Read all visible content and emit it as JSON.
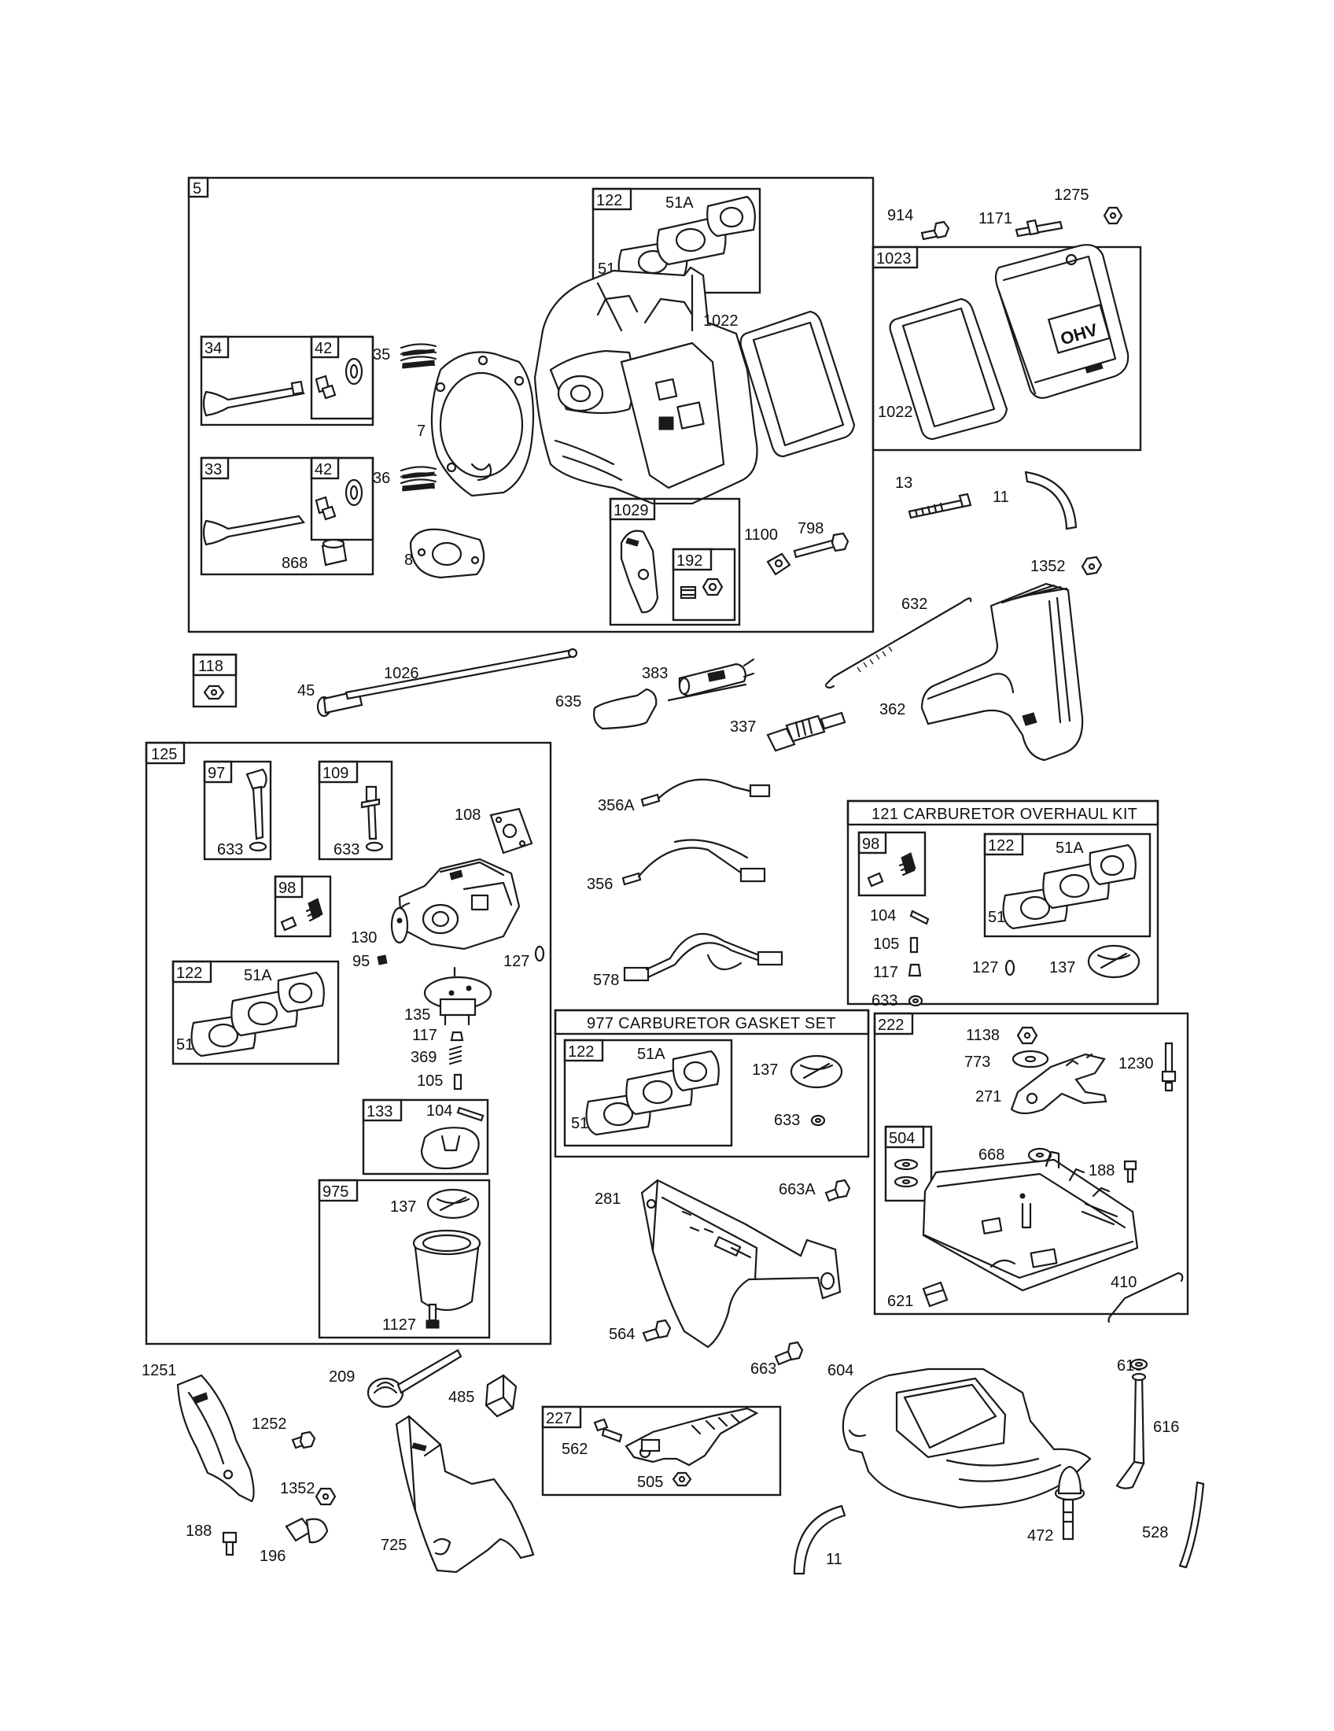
{
  "boxes": {
    "b5": "5",
    "b122a": "122",
    "b34": "34",
    "b42a": "42",
    "b33": "33",
    "b42b": "42",
    "b1029": "1029",
    "b192": "192",
    "b1023": "1023",
    "b118": "118",
    "b125": "125",
    "b97": "97",
    "b109": "109",
    "b98a": "98",
    "b122b": "122",
    "b133": "133",
    "b975": "975",
    "b98b": "98",
    "b122c": "122",
    "b122d": "122",
    "b222": "222",
    "b504": "504",
    "b227": "227"
  },
  "titles": {
    "carb_overhaul": "121 CARBURETOR OVERHAUL KIT",
    "carb_gasket": "977 CARBURETOR GASKET SET"
  },
  "labels": {
    "l51A_1": "51A",
    "l51_1": "51",
    "l1022_1": "1022",
    "l35": "35",
    "l7": "7",
    "l36": "36",
    "l868": "868",
    "l883": "883",
    "l1100": "1100",
    "l798": "798",
    "l914": "914",
    "l1171": "1171",
    "l1275": "1275",
    "l1022_2": "1022",
    "l13": "13",
    "l11_1": "11",
    "l1352_1": "1352",
    "l632": "632",
    "l45": "45",
    "l1026": "1026",
    "l383": "383",
    "l635": "635",
    "l337": "337",
    "l362": "362",
    "l633_1": "633",
    "l633_2": "633",
    "l108": "108",
    "l130": "130",
    "l95": "95",
    "l127_1": "127",
    "l51A_2": "51A",
    "l51_2": "51",
    "l135": "135",
    "l117_1": "117",
    "l369": "369",
    "l105_1": "105",
    "l104_1": "104",
    "l137_1": "137",
    "l1127": "1127",
    "l356A": "356A",
    "l356": "356",
    "l578": "578",
    "l104_2": "104",
    "l105_2": "105",
    "l117_2": "117",
    "l633_3": "633",
    "l51A_3": "51A",
    "l51_3": "51",
    "l127_2": "127",
    "l137_2": "137",
    "l51A_4": "51A",
    "l51_4": "51",
    "l137_3": "137",
    "l633_4": "633",
    "l1138": "1138",
    "l773": "773",
    "l1230": "1230",
    "l271": "271",
    "l668": "668",
    "l188_1": "188",
    "l410": "410",
    "l621": "621",
    "l281": "281",
    "l663A": "663A",
    "l564": "564",
    "l663": "663",
    "l1251": "1251",
    "l1252": "1252",
    "l1352_2": "1352",
    "l188_2": "188",
    "l196": "196",
    "l209": "209",
    "l485": "485",
    "l725": "725",
    "l562": "562",
    "l505": "505",
    "l604": "604",
    "l11_2": "11",
    "l615": "615",
    "l616": "616",
    "l472": "472",
    "l528": "528"
  },
  "decal_text": "OHV"
}
